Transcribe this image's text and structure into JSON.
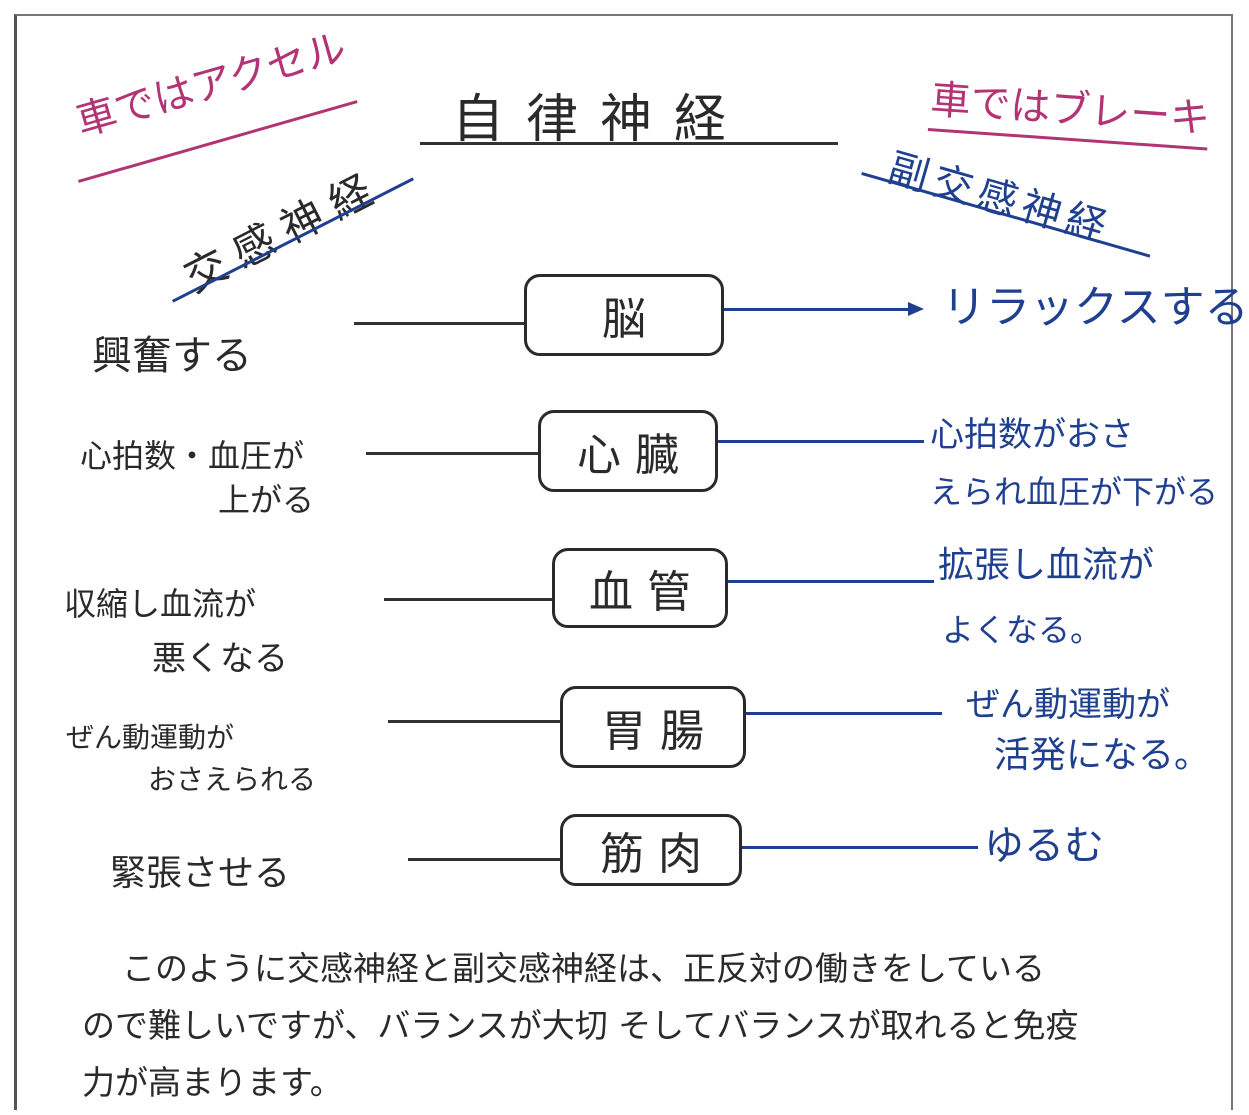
{
  "title": "自律神経",
  "left": {
    "note": "車ではアクセル",
    "heading": "交感神経"
  },
  "right": {
    "note": "車ではブレーキ",
    "heading": "副交感神経"
  },
  "organs": [
    {
      "name": "脳",
      "sympathetic": [
        "興奮する"
      ],
      "parasympathetic": [
        "リラックスする"
      ]
    },
    {
      "name": "心臓",
      "sympathetic": [
        "心拍数・血圧が",
        "上がる"
      ],
      "parasympathetic": [
        "心拍数がおさ",
        "えられ血圧が下がる"
      ]
    },
    {
      "name": "血管",
      "sympathetic": [
        "収縮し血流が",
        "悪くなる"
      ],
      "parasympathetic": [
        "拡張し血流が",
        "よくなる。"
      ]
    },
    {
      "name": "胃腸",
      "sympathetic": [
        "ぜん動運動が",
        "おさえられる"
      ],
      "parasympathetic": [
        "ぜん動運動が",
        "活発になる。"
      ]
    },
    {
      "name": "筋肉",
      "sympathetic": [
        "緊張させる"
      ],
      "parasympathetic": [
        "ゆるむ"
      ]
    }
  ],
  "summary": [
    "このように交感神経と副交感神経は、正反対の働きをしている",
    "ので難しいですが、バランスが大切 そしてバランスが取れると免疫",
    "力が高まります。"
  ],
  "colors": {
    "ink": "#2a2a2a",
    "blue": "#1f3f8f",
    "magenta": "#b33474"
  }
}
